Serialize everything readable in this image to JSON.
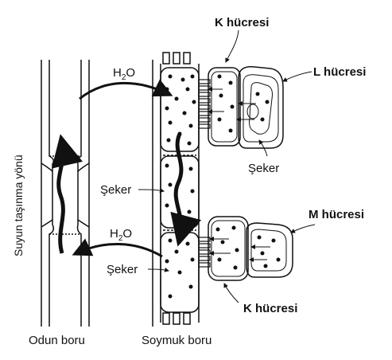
{
  "labels": {
    "k_top": "K hücresi",
    "l_cell": "L hücresi",
    "m_cell": "M hücresi",
    "k_bottom": "K hücresi",
    "h2o_top": "H",
    "h2o_top_sub": "2",
    "h2o_top_end": "O",
    "h2o_bottom": "H",
    "h2o_bottom_sub": "2",
    "h2o_bottom_end": "O",
    "seker_right": "Şeker",
    "seker_mid": "Şeker",
    "seker_low": "Şeker",
    "water_direction": "Suyun taşınma yönü",
    "xylem": "Odun boru",
    "phloem": "Soymuk boru"
  }
}
